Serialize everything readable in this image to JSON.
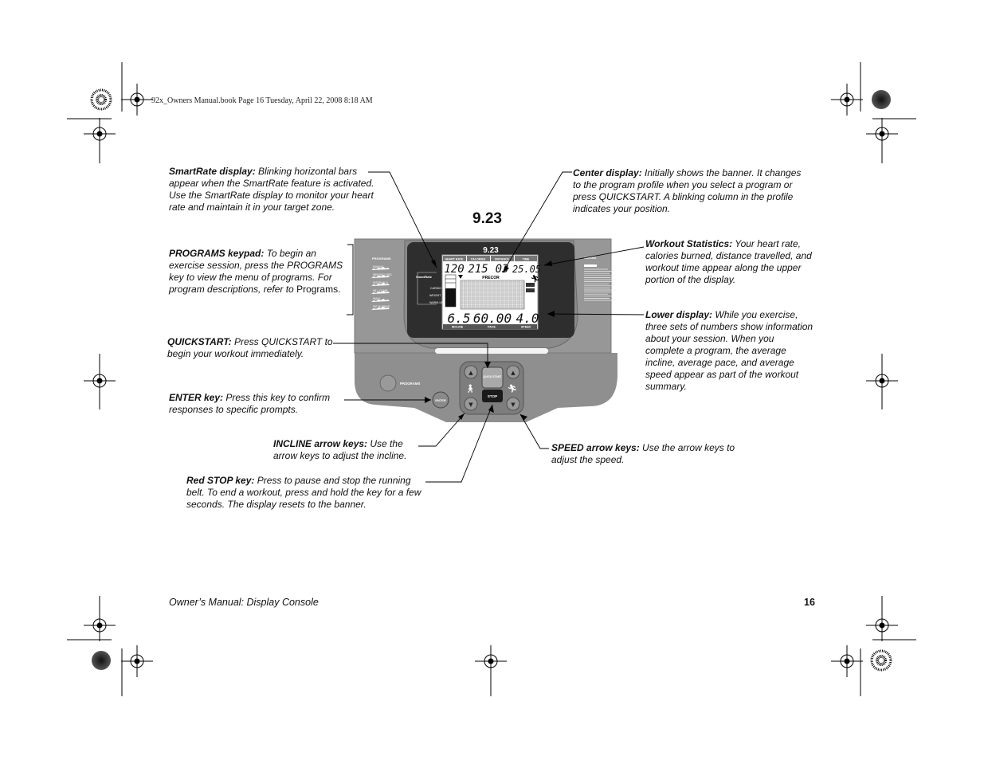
{
  "header": {
    "file_line": "92x_Owners Manual.book  Page 16  Tuesday, April 22, 2008  8:18 AM"
  },
  "model": {
    "title": "9.23"
  },
  "callouts": {
    "smartrate": {
      "term": "SmartRate display:",
      "text": " Blinking horizontal bars appear when the SmartRate feature is activated. Use the SmartRate display to monitor your heart rate and maintain it in your target zone."
    },
    "programs": {
      "term": "PROGRAMS keypad:",
      "text": " To begin an exercise session, press the PROGRAMS key to view the menu of programs. For program descriptions, refer to ",
      "link": "Programs",
      "end": "."
    },
    "quickstart": {
      "term": "QUICKSTART:",
      "text": " Press QUICKSTART to begin your workout immediately."
    },
    "enter": {
      "term": "ENTER key:",
      "text": " Press this key to confirm responses to specific prompts."
    },
    "incline": {
      "term": "INCLINE arrow keys:",
      "text": " Use the arrow keys to adjust the incline."
    },
    "stop": {
      "term": "Red STOP key:",
      "text": " Press to pause and stop the running belt. To end a workout, press and hold the key for a few seconds. The display resets to the banner."
    },
    "center": {
      "term": "Center display:",
      "text": " Initially shows the banner. It changes to the program profile when you select a program or press QUICKSTART. A blinking column in the profile indicates your position."
    },
    "workout": {
      "term": "Workout Statistics:",
      "text": " Your heart rate, calories burned, distance travelled, and workout time appear along the upper portion of the display."
    },
    "lower": {
      "term": "Lower display:",
      "text": " While you exercise, three sets of numbers show information about your session. When you complete a program, the average incline, average pace, and average speed appear as part of the workout summary."
    },
    "speed": {
      "term": "SPEED arrow keys:",
      "text": " Use the arrow keys to adjust the speed."
    }
  },
  "console": {
    "model_label": "9.23",
    "stat_labels": [
      "HEART RATE",
      "CALORIES",
      "DISTANCE",
      "TIME"
    ],
    "stat_values": [
      "120",
      "215",
      "03",
      "25.05"
    ],
    "brand": "PRECOR",
    "smartrate_label": "SmartRate",
    "zone_labels": [
      "CARDIO",
      "WEIGHT",
      "WARM-UP"
    ],
    "lower_values": [
      "6.5",
      "60.00",
      "4.0"
    ],
    "lower_labels": [
      "INCLINE",
      "PACE",
      "SPEED"
    ],
    "programs_label": "PROGRAMS",
    "program_items": [
      "MANUAL",
      "WEIGHT LOSS",
      "INTERVALS",
      "HILL CLIMB",
      "WALK",
      "FAT BURNER"
    ],
    "programs_key_label": "PROGRAMS",
    "enter_label": "ENTER",
    "quickstart_label": "QUICK START",
    "stop_label": "STOP",
    "warning_label": "WARNING"
  },
  "footer": {
    "title": "Owner’s Manual: Display Console",
    "page": "16"
  }
}
